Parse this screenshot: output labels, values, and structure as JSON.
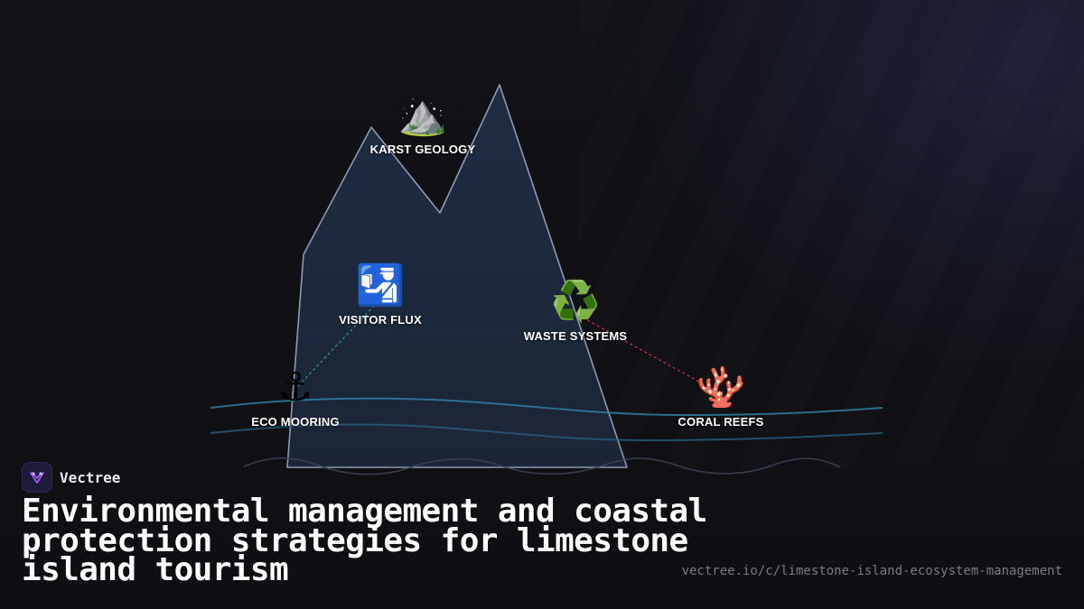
{
  "brand": {
    "name": "Vectree",
    "accent": "#a855f7"
  },
  "title": "Environmental management and coastal protection strategies for limestone island tourism",
  "url": "vectree.io/c/limestone-island-ecosystem-management",
  "nodes": {
    "karst": {
      "label": "KARST GEOLOGY",
      "icon": "⛰️",
      "icon_name": "mountain-icon"
    },
    "visitor": {
      "label": "VISITOR FLUX",
      "icon": "🛂",
      "icon_name": "passport-control-icon"
    },
    "waste": {
      "label": "WASTE SYSTEMS",
      "icon": "♻️",
      "icon_name": "recycle-icon"
    },
    "mooring": {
      "label": "ECO MOORING",
      "icon": "⚓",
      "icon_name": "anchor-icon"
    },
    "coral": {
      "label": "CORAL REEFS",
      "icon": "🪸",
      "icon_name": "coral-icon"
    }
  },
  "connections": [
    {
      "from": "mooring",
      "to": "visitor",
      "color": "#2bb3a8",
      "style": "dashed"
    },
    {
      "from": "waste",
      "to": "coral",
      "color": "#e0455a",
      "style": "dashed"
    }
  ],
  "colors": {
    "island_fill": "#1d2a3e",
    "island_stroke": "#8d9ab4",
    "wave": "#2f7fa3"
  }
}
